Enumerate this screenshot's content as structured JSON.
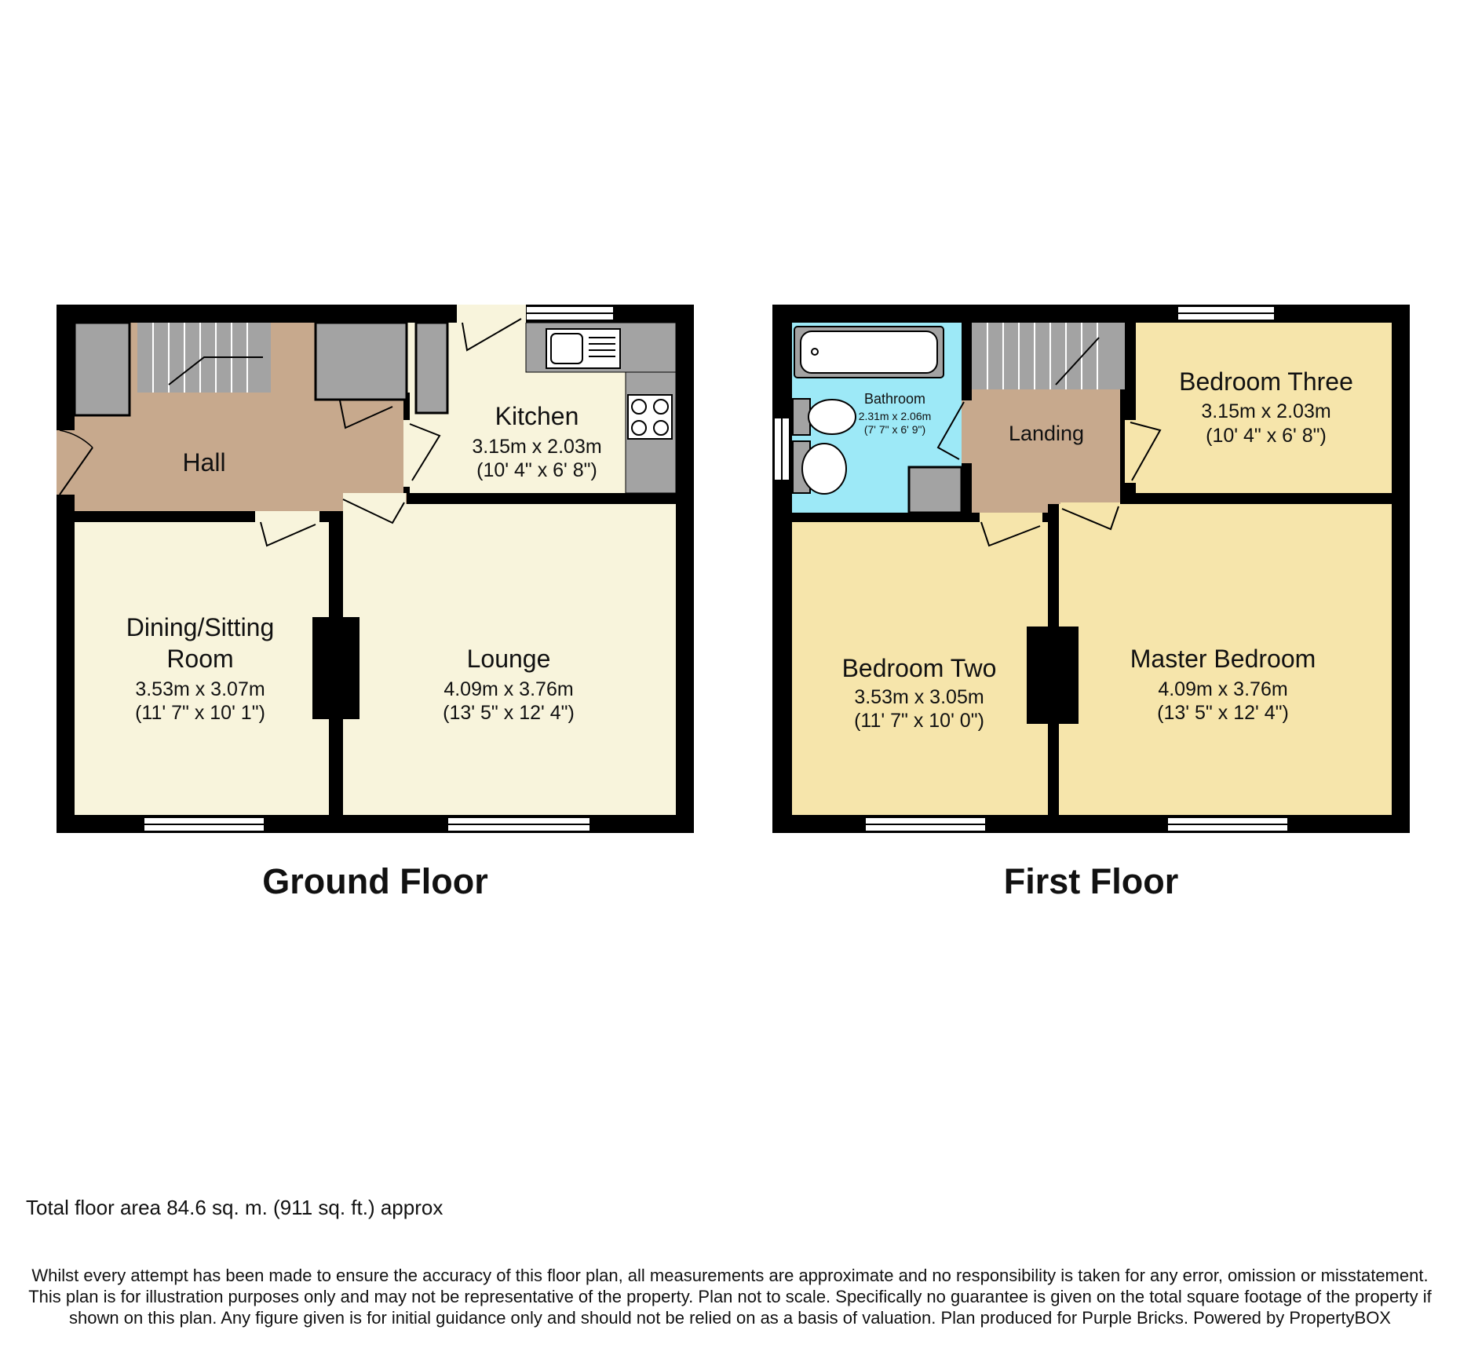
{
  "ground_floor": {
    "title": "Ground Floor",
    "hall": {
      "name": "Hall"
    },
    "kitchen": {
      "name": "Kitchen",
      "metric": "3.15m x 2.03m",
      "imperial": "(10' 4\" x 6' 8\")"
    },
    "dining": {
      "name_line1": "Dining/Sitting",
      "name_line2": "Room",
      "metric": "3.53m x 3.07m",
      "imperial": "(11' 7\" x 10' 1\")"
    },
    "lounge": {
      "name": "Lounge",
      "metric": "4.09m x 3.76m",
      "imperial": "(13' 5\" x 12' 4\")"
    }
  },
  "first_floor": {
    "title": "First Floor",
    "bathroom": {
      "name": "Bathroom",
      "metric": "2.31m x 2.06m",
      "imperial": "(7' 7\" x 6' 9\")"
    },
    "landing": {
      "name": "Landing"
    },
    "bedroom_three": {
      "name": "Bedroom Three",
      "metric": "3.15m x 2.03m",
      "imperial": "(10' 4\" x 6' 8\")"
    },
    "bedroom_two": {
      "name": "Bedroom Two",
      "metric": "3.53m x 3.05m",
      "imperial": "(11' 7\" x 10' 0\")"
    },
    "master_bedroom": {
      "name": "Master Bedroom",
      "metric": "4.09m x 3.76m",
      "imperial": "(13' 5\" x 12' 4\")"
    }
  },
  "total_area": "Total floor area 84.6 sq. m. (911 sq. ft.) approx",
  "disclaimer": "Whilst every attempt has been made to ensure the accuracy of this floor plan, all measurements are approximate and no responsibility is taken for any error, omission or misstatement. This plan is for illustration purposes only and may not be representative of the property. Plan not to scale. Specifically no guarantee is given on the total square footage of the property if shown on this plan. Any figure given is for initial guidance only and should not be relied on as a basis of valuation.  Plan produced for Purple Bricks. Powered by PropertyBOX",
  "colors": {
    "wall": "#000000",
    "hall": "#c7a98d",
    "ground_room": "#f8f4dc",
    "first_room": "#f6e5ab",
    "bathroom": "#9de9f7",
    "fixture": "#a3a3a3"
  }
}
